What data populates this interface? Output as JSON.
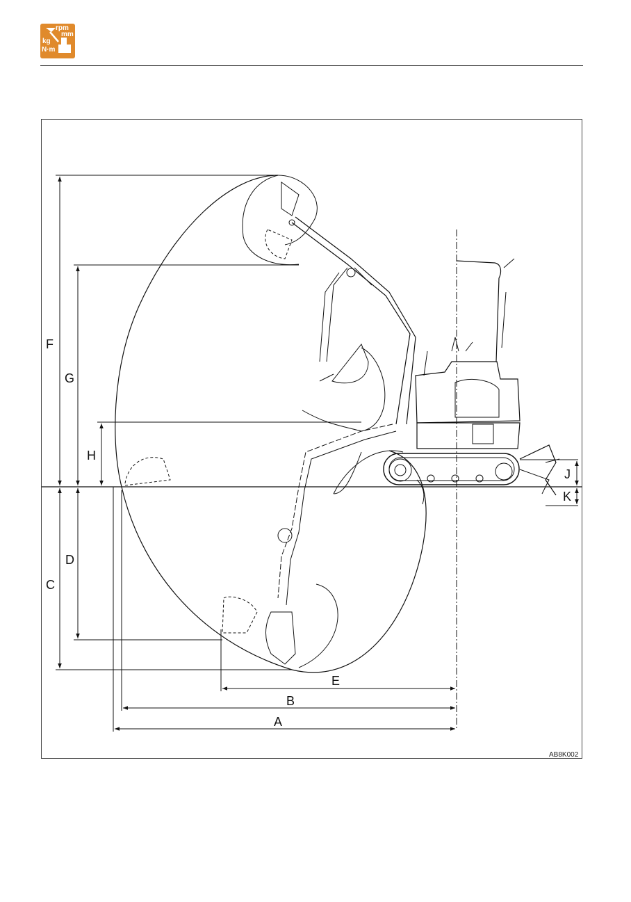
{
  "header": {
    "logo": {
      "units": [
        "rpm",
        "mm",
        "kg",
        "N·m"
      ],
      "color": "#e08a2c"
    }
  },
  "figure": {
    "labels": {
      "A": "A",
      "B": "B",
      "C": "C",
      "D": "D",
      "E": "E",
      "F": "F",
      "G": "G",
      "H": "H",
      "J": "J",
      "K": "K"
    },
    "code": "AB8K002"
  }
}
